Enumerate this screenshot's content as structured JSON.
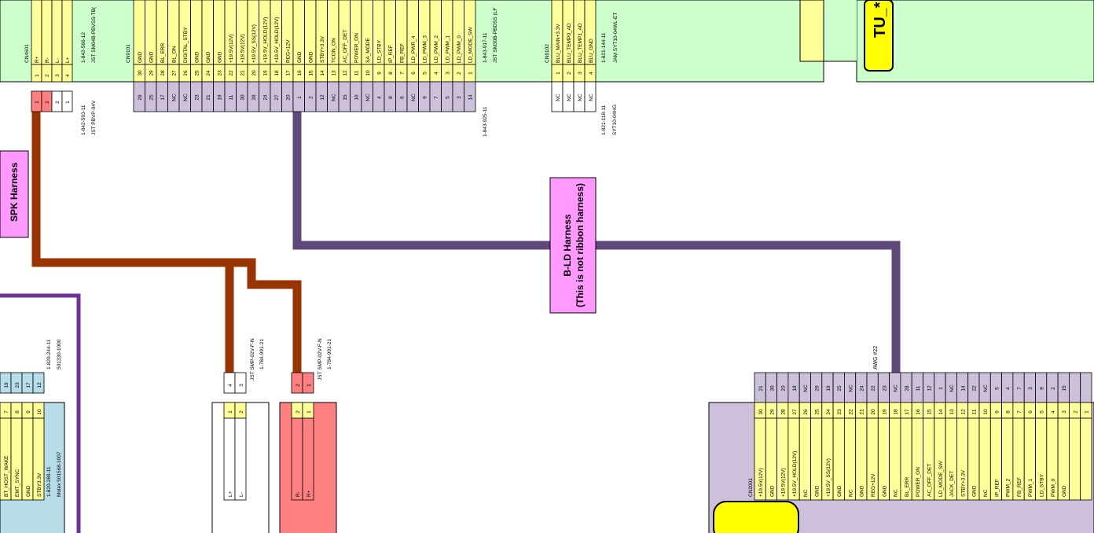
{
  "colors": {
    "board_green": "#ccffcc",
    "board_purple": "#ccc0da",
    "board_blue": "#b7dde8",
    "pin_yellow": "#ffff99",
    "pin_red": "#ff8080",
    "pin_pink": "#ffcc99",
    "harness_label_bg": "#ff99ff",
    "wire_spk": "#993300",
    "wire_bld": "#5f497a",
    "wire_purple": "#7030a0",
    "tu_yellow": "#ffff00"
  },
  "top_board": {
    "tu_label": "TU_*B",
    "cn4601": {
      "ref": "CN4601",
      "pins": [
        [
          "1",
          "R+"
        ],
        [
          "2",
          "R-"
        ],
        [
          "3",
          "L-"
        ],
        [
          "4",
          "L+"
        ]
      ],
      "part_no": "1-842-566-12",
      "part_name": "JST SM04B-PBVSS-TB(",
      "harness_pins": [
        "1",
        "2",
        "2",
        "1"
      ],
      "harness_part_no": "1-842-593-11",
      "harness_part_name": "JST PBVP-04V"
    },
    "cn9101": {
      "ref": "CN9101",
      "pins": [
        [
          "30",
          "GND",
          "29"
        ],
        [
          "29",
          "GND",
          "25"
        ],
        [
          "28",
          "BL_ERR",
          "17"
        ],
        [
          "27",
          "BL_ON",
          "NC"
        ],
        [
          "26",
          "DIGITAL_STBY",
          "NC"
        ],
        [
          "25",
          "GND",
          "23"
        ],
        [
          "24",
          "GND",
          "21"
        ],
        [
          "23",
          "GND",
          "19"
        ],
        [
          "22",
          "+19.5V(12V)",
          "11"
        ],
        [
          "21",
          "+19.5V(12V)",
          "30"
        ],
        [
          "20",
          "+19.5V_SS(12V)",
          "28"
        ],
        [
          "19",
          "+19.5V_HOLD(12V)",
          "24"
        ],
        [
          "18",
          "+19.5V_HOLD(12V)",
          "27"
        ],
        [
          "17",
          "REG+12V",
          "20"
        ],
        [
          "16",
          "GND",
          "1"
        ],
        [
          "15",
          "GND",
          "2"
        ],
        [
          "14",
          "STBY+3.3V",
          "12"
        ],
        [
          "13",
          "TCON_ON",
          "NC"
        ],
        [
          "12",
          "AC_OFF_DET",
          "15"
        ],
        [
          "11",
          "POWER_ON",
          "16"
        ],
        [
          "10",
          "SA_MODE",
          "NC"
        ],
        [
          "9",
          "LD_STBY",
          "4"
        ],
        [
          "8",
          "IP_REF",
          "8"
        ],
        [
          "7",
          "FB_REF",
          "6"
        ],
        [
          "6",
          "LD_PWR_4",
          "NC"
        ],
        [
          "5",
          "LD_PWM_3",
          "9"
        ],
        [
          "4",
          "LD_PWM_2",
          "7"
        ],
        [
          "3",
          "LD_PWM_1",
          "5"
        ],
        [
          "2",
          "LD_PWM_0",
          "3"
        ],
        [
          "1",
          "LD_MODE_SW",
          "14"
        ]
      ],
      "part_no": "1-843-917-11",
      "part_name": "JST SM30B-PBDSS (LF",
      "harness_part_no": "1-843-925-11"
    },
    "cn9102": {
      "ref": "CN9102",
      "pins": [
        [
          "1",
          "BLU_MAIN+3.3V",
          "NC"
        ],
        [
          "2",
          "BLU_TEMP0_AD",
          "NC"
        ],
        [
          "3",
          "BLU_TEMP1_AD",
          "NC"
        ],
        [
          "4",
          "BLU_GND",
          "NC"
        ]
      ],
      "part_no": "1-821-144-11",
      "part_name": "JAM SYT10-04WL-ET",
      "harness_part_no": "1-821-118-11",
      "harness_part_name": "SYT10-04HG"
    }
  },
  "spk_harness_label": "SPK Harness",
  "bld_harness": {
    "title": "B-LD Harness",
    "subtitle": "(This is not ribbon harness)",
    "awg": "AWG #22"
  },
  "speaker_left": {
    "part_no": "JST SMP-02V-F-N",
    "part_code": "1-784-991-21",
    "harness_pins": [
      "4",
      "3"
    ],
    "pins": [
      [
        "1",
        "L+"
      ],
      [
        "2",
        "L-"
      ]
    ]
  },
  "speaker_right": {
    "part_no": "JST SMP-02V-F-N",
    "part_code": "1-784-991-21",
    "harness_pins": [
      "2",
      "1"
    ],
    "pins": [
      [
        "2",
        "R-"
      ],
      [
        "1",
        "R+"
      ]
    ]
  },
  "bottom_left_board": {
    "harness_pins": [
      "19",
      "23",
      "17",
      "12"
    ],
    "harness_part_no": "1-820-244-11",
    "harness_part_name": "501330-1000",
    "pins": [
      [
        "7",
        "BT_HOST_WAKE"
      ],
      [
        "8",
        "EMT_SYNC"
      ],
      [
        "9",
        "GND"
      ],
      [
        "10",
        "STBY3.3V"
      ]
    ],
    "part_no": "1-820-289-11",
    "part_name": "Molex 501568-1007"
  },
  "cn2001": {
    "ref": "CN2001",
    "pins": [
      [
        "30",
        "+19.5V(12V)",
        "21"
      ],
      [
        "29",
        "GND",
        "30"
      ],
      [
        "28",
        "+19.5V(12V)",
        "20"
      ],
      [
        "27",
        "+19.5V_HOLD(12V)",
        "18"
      ],
      [
        "26",
        "NC",
        "NC"
      ],
      [
        "25",
        "GND",
        "29"
      ],
      [
        "24",
        "+19.5V_SS(12V)",
        "19"
      ],
      [
        "23",
        "GND",
        "25"
      ],
      [
        "22",
        "NC",
        "NC"
      ],
      [
        "21",
        "GND",
        "24"
      ],
      [
        "20",
        "REG+12V",
        "22"
      ],
      [
        "19",
        "GND",
        "23"
      ],
      [
        "18",
        "NC",
        "NC"
      ],
      [
        "17",
        "BL_ERR",
        "28"
      ],
      [
        "16",
        "POWER_ON",
        "11"
      ],
      [
        "15",
        "AC_OFF_DET",
        "12"
      ],
      [
        "14",
        "LD_MODE_SW",
        "1"
      ],
      [
        "13",
        "JACK_DET",
        "NC"
      ],
      [
        "12",
        "STBY+3.3V",
        "14"
      ],
      [
        "11",
        "GND",
        "22"
      ],
      [
        "10",
        "NC",
        "NC"
      ],
      [
        "9",
        "IP_REF",
        "5"
      ],
      [
        "8",
        "PWM_2",
        "4"
      ],
      [
        "7",
        "FB_REF",
        "7"
      ],
      [
        "6",
        "PWM_1",
        "3"
      ],
      [
        "5",
        "LD_STBY",
        "9"
      ],
      [
        "4",
        "PWM_0",
        "2"
      ],
      [
        "3",
        "GND",
        "15"
      ],
      [
        "2",
        "",
        "",
        ""
      ],
      [
        "1",
        "",
        "",
        ""
      ]
    ]
  }
}
